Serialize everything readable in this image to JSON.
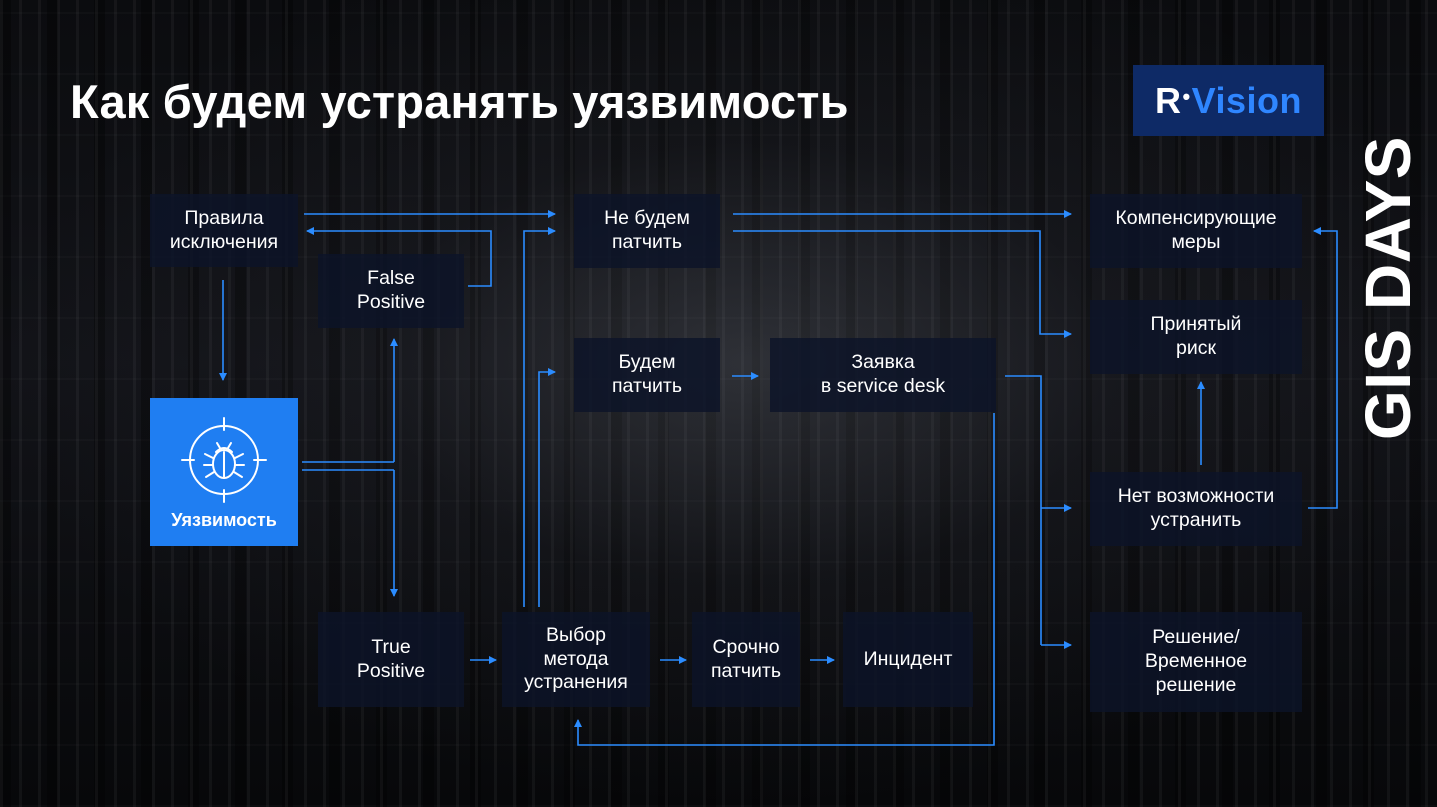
{
  "slide": {
    "title": "Как будем устранять уязвимость",
    "logo": {
      "part1": "R",
      "part2": "Vision"
    },
    "event": "GIS DAYS"
  },
  "diagram": {
    "vulnerability": {
      "label": "Уязвимость",
      "icon": "bug-target-icon"
    },
    "boxes": {
      "exclusion_rules": "Правила\nисключения",
      "false_positive": "False\nPositive",
      "true_positive": "True\nPositive",
      "wont_patch": "Не будем\nпатчить",
      "will_patch": "Будем\nпатчить",
      "choose_method": "Выбор\nметода\nустранения",
      "urgent_patch": "Срочно\nпатчить",
      "incident": "Инцидент",
      "service_desk": "Заявка\nв service desk",
      "compensating": "Компенсирующие\nмеры",
      "accepted_risk": "Принятый\nриск",
      "cannot_fix": "Нет возможности\nустранить",
      "solution": "Решение/\nВременное\nрешение"
    }
  },
  "colors": {
    "accent": "#1f7ef2",
    "line": "#2b8cff",
    "logo_bg": "#0e2a66",
    "box_bg": "#0c1428"
  }
}
